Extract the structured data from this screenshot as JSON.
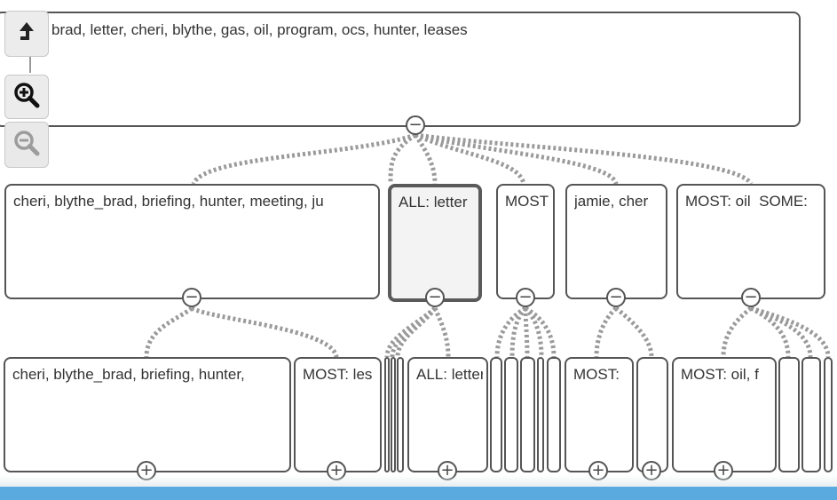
{
  "toolbar": {
    "up_icon": "arrow-up-icon",
    "zoom_in_icon": "zoom-in-icon",
    "zoom_out_icon": "zoom-out-icon"
  },
  "tree": {
    "root": {
      "label": "brad, letter, cheri, blythe, gas, oil, program, ocs, hunter, leases",
      "toggle": "−"
    },
    "level1": [
      {
        "label": "cheri, blythe_brad, briefing, hunter, meeting, ju",
        "toggle": "−"
      },
      {
        "label": "ALL: letter",
        "toggle": "−"
      },
      {
        "label": "MOST",
        "toggle": "−"
      },
      {
        "label": "jamie, cher",
        "toggle": "−"
      },
      {
        "label": "MOST: oil  SOME:",
        "toggle": "−"
      }
    ],
    "level2": [
      {
        "label": "cheri, blythe_brad, briefing, hunter,",
        "toggle": "+"
      },
      {
        "label": "MOST: les",
        "toggle": "+"
      },
      {
        "label": "ALL: letter",
        "toggle": "+"
      },
      {
        "label": "MOST:",
        "toggle": "+"
      },
      {
        "label": "",
        "toggle": "+"
      },
      {
        "label": "MOST: oil, f",
        "toggle": "+"
      }
    ]
  },
  "colors": {
    "accent_bar": "#5aa9df",
    "node_border": "#555555",
    "link": "#9a9a9a"
  }
}
